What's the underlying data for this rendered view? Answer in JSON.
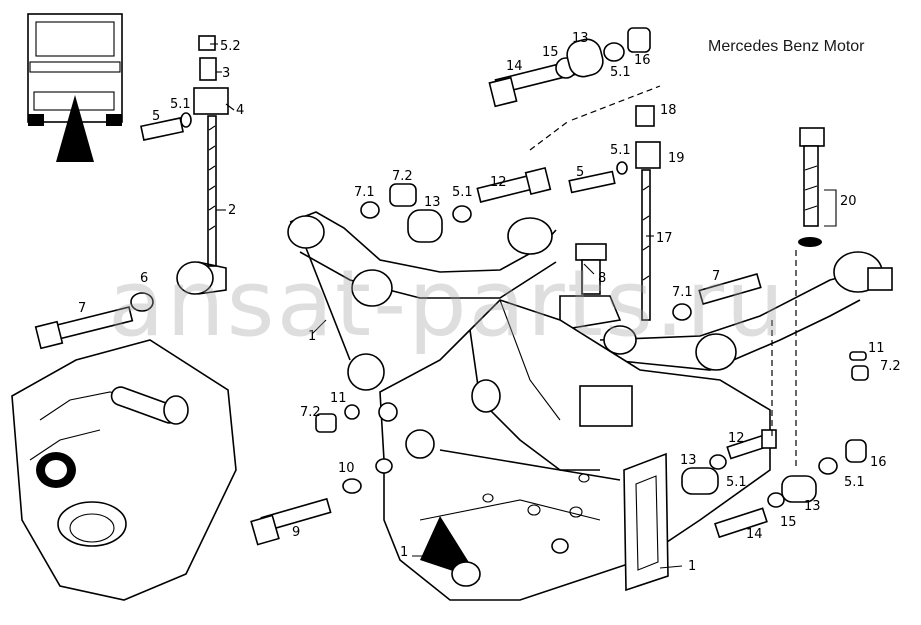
{
  "header": {
    "title": "Mercedes Benz Motor"
  },
  "watermark": {
    "text": "ansat-parts.ru"
  },
  "callouts": [
    "5.2",
    "3",
    "4",
    "5.1",
    "5",
    "2",
    "6",
    "7",
    "1",
    "11",
    "7.2",
    "10",
    "9",
    "1",
    "7.1",
    "7.2",
    "13",
    "5.1",
    "12",
    "14",
    "15",
    "13",
    "5.1",
    "16",
    "18",
    "5.1",
    "19",
    "5",
    "17",
    "8",
    "20",
    "7",
    "7.1",
    "11",
    "7.2",
    "12",
    "13",
    "5.1",
    "14",
    "15",
    "13",
    "5.1",
    "16",
    "1"
  ]
}
